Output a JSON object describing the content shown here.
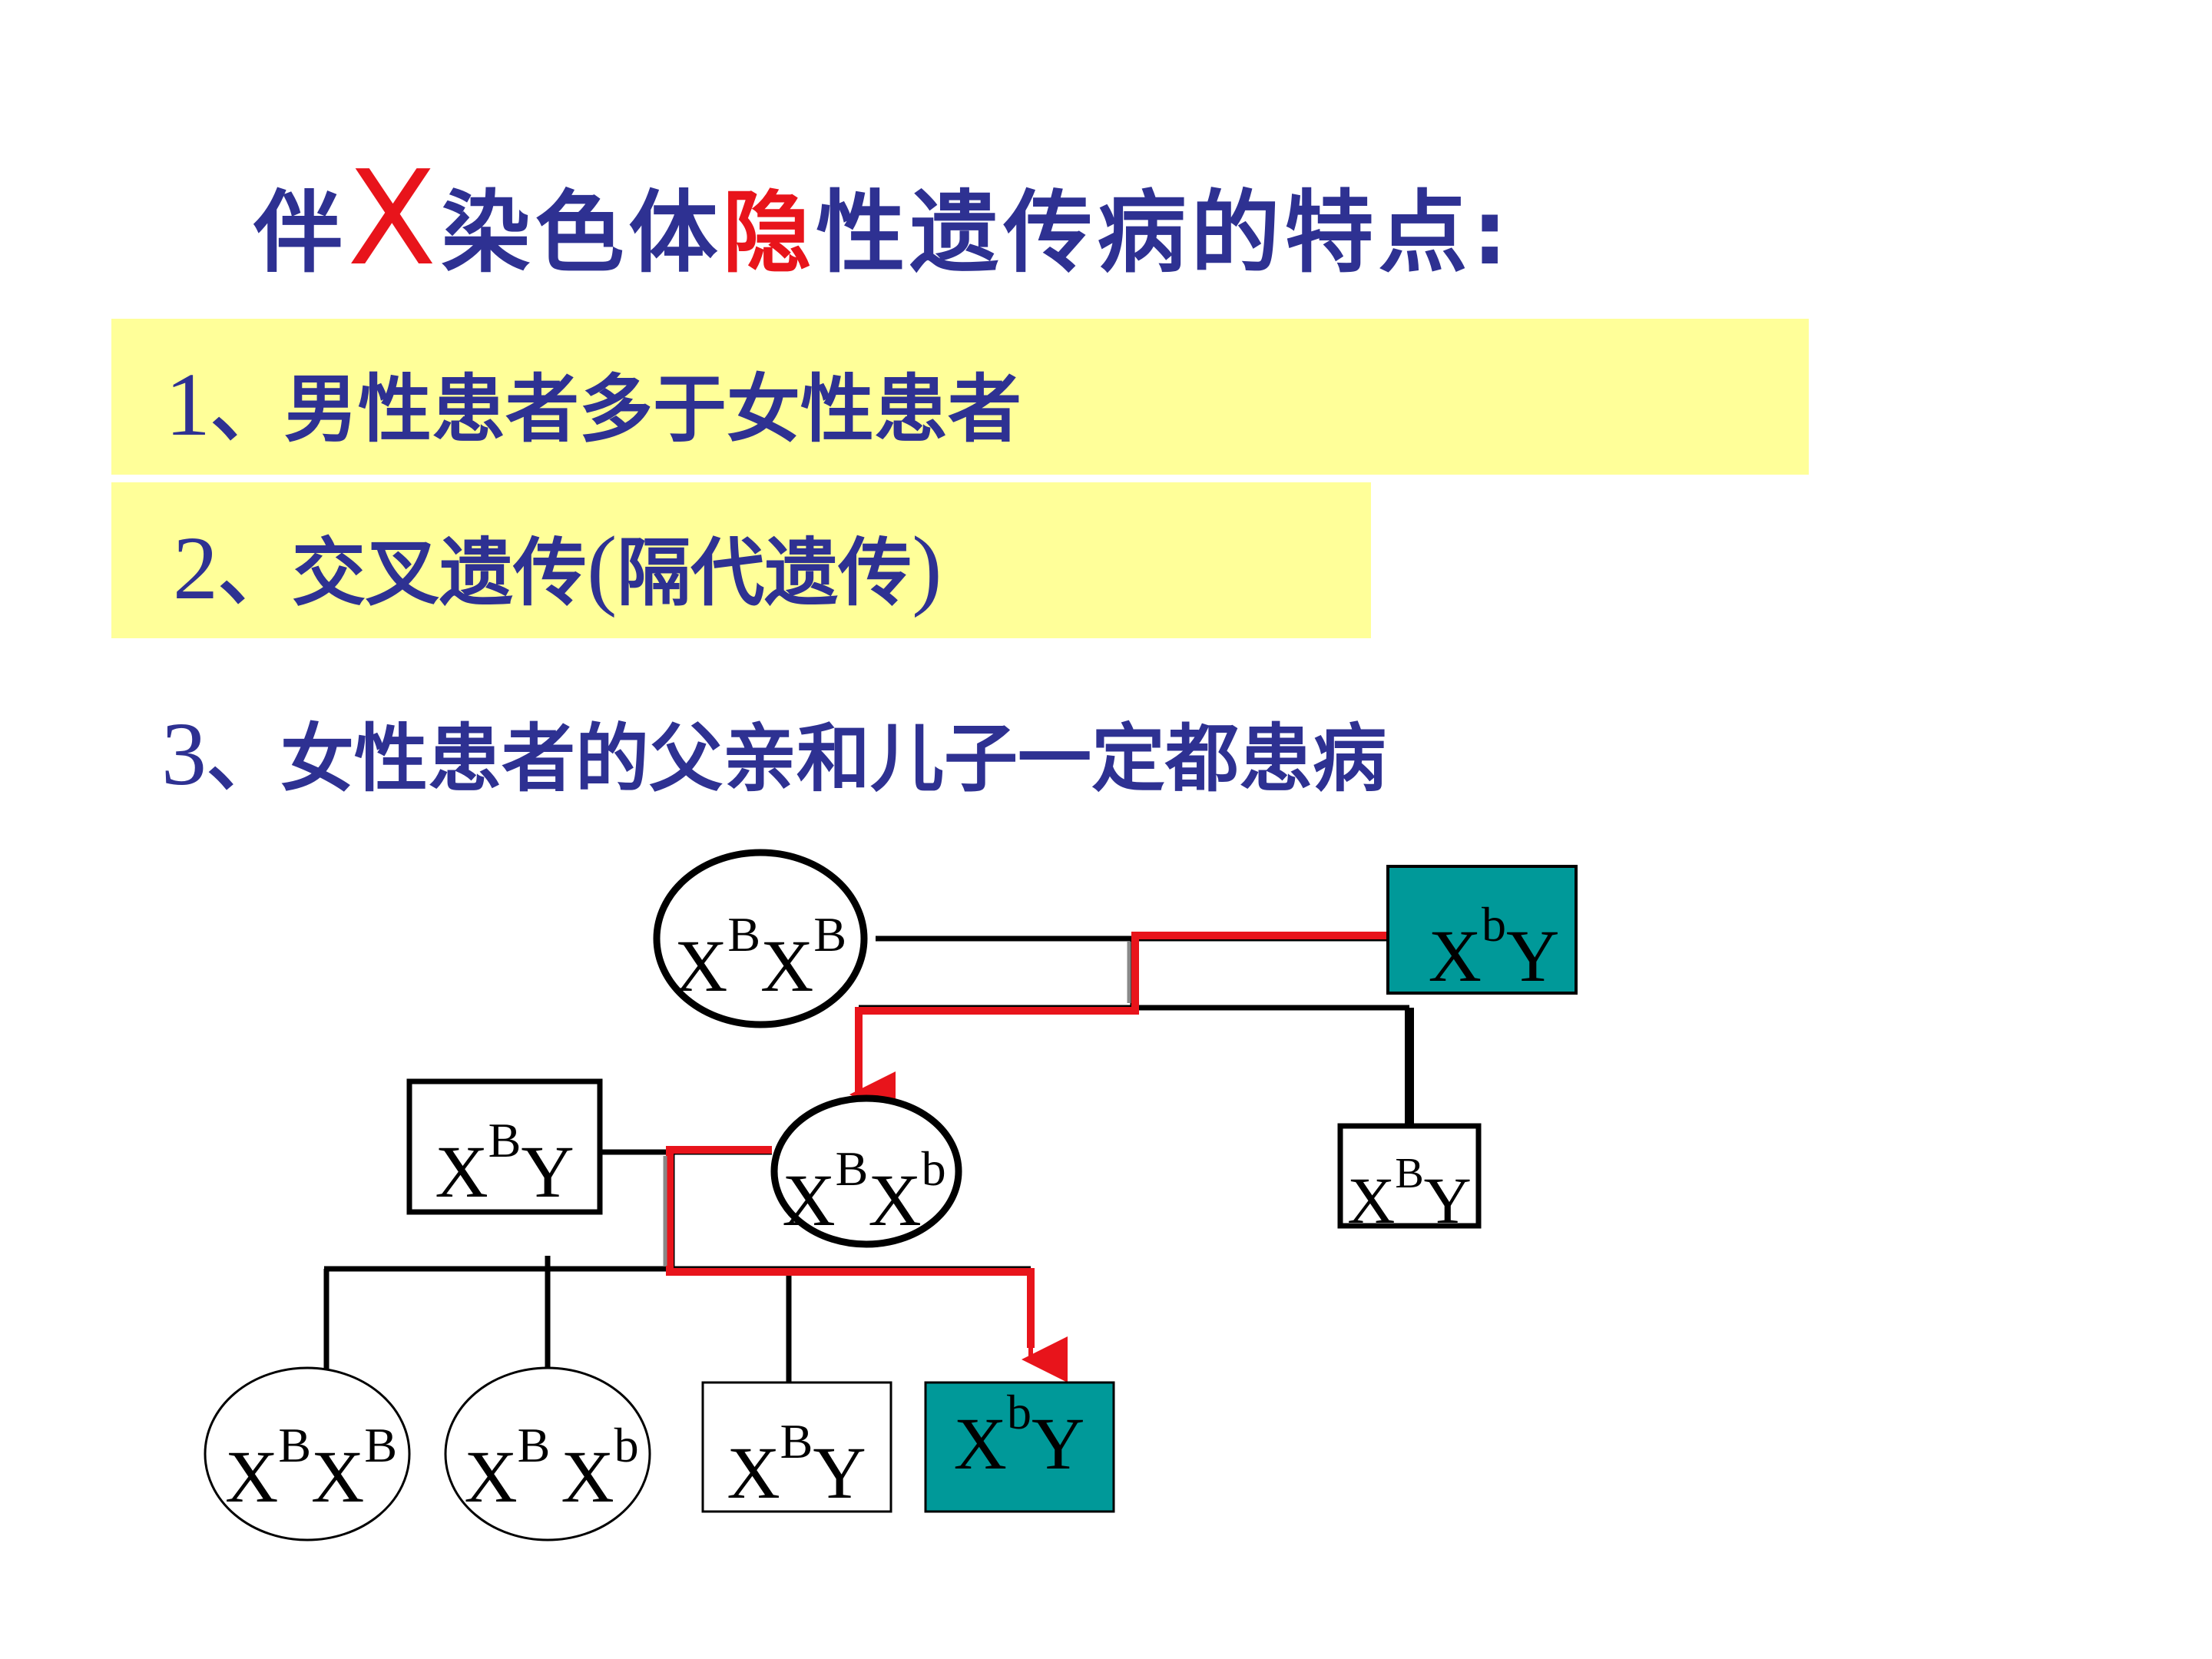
{
  "title": {
    "prefix": "伴",
    "x_letter": "X",
    "middle": "染色体",
    "recessive": "隐",
    "suffix": "性遗传病的特点:"
  },
  "points": [
    {
      "num": "1",
      "sep": "、",
      "text": "男性患者多于女性患者",
      "highlight": true
    },
    {
      "num": "2",
      "sep": "、",
      "text_a": "交叉遗传",
      "open": "(",
      "text_b": "隔代遗传",
      "close": ")",
      "highlight": true
    },
    {
      "num": "3",
      "sep": "、",
      "text": "女性患者的父亲和儿子一定都患病",
      "highlight": false
    }
  ],
  "colors": {
    "title": "#2e3192",
    "accent_red": "#e8141b",
    "highlight_band": "#ffff99",
    "affected_fill": "#009999",
    "line": "#000000",
    "arrow": "#e8141b"
  },
  "pedigree": {
    "nodes": [
      {
        "id": "gen1-mother",
        "shape": "circle",
        "affected": false,
        "base1": "X",
        "sup1": "B",
        "base2": "X",
        "sup2": "B"
      },
      {
        "id": "gen1-father",
        "shape": "square",
        "affected": true,
        "base1": "X",
        "sup1": "b",
        "base2": "Y",
        "sup2": ""
      },
      {
        "id": "gen2-husband",
        "shape": "square",
        "affected": false,
        "base1": "X",
        "sup1": "B",
        "base2": "Y",
        "sup2": ""
      },
      {
        "id": "gen2-daughter",
        "shape": "circle",
        "affected": false,
        "base1": "X",
        "sup1": "B",
        "base2": "X",
        "sup2": "b"
      },
      {
        "id": "gen2-son",
        "shape": "square",
        "affected": false,
        "base1": "X",
        "sup1": "B",
        "base2": "Y",
        "sup2": ""
      },
      {
        "id": "gen3-daughter-1",
        "shape": "circle",
        "affected": false,
        "base1": "X",
        "sup1": "B",
        "base2": "X",
        "sup2": "B"
      },
      {
        "id": "gen3-daughter-2",
        "shape": "circle",
        "affected": false,
        "base1": "X",
        "sup1": "B",
        "base2": "X",
        "sup2": "b"
      },
      {
        "id": "gen3-son-1",
        "shape": "square",
        "affected": false,
        "base1": "X",
        "sup1": "B",
        "base2": "Y",
        "sup2": ""
      },
      {
        "id": "gen3-son-2",
        "shape": "square",
        "affected": true,
        "base1": "X",
        "sup1": "b",
        "base2": "Y",
        "sup2": ""
      }
    ]
  }
}
